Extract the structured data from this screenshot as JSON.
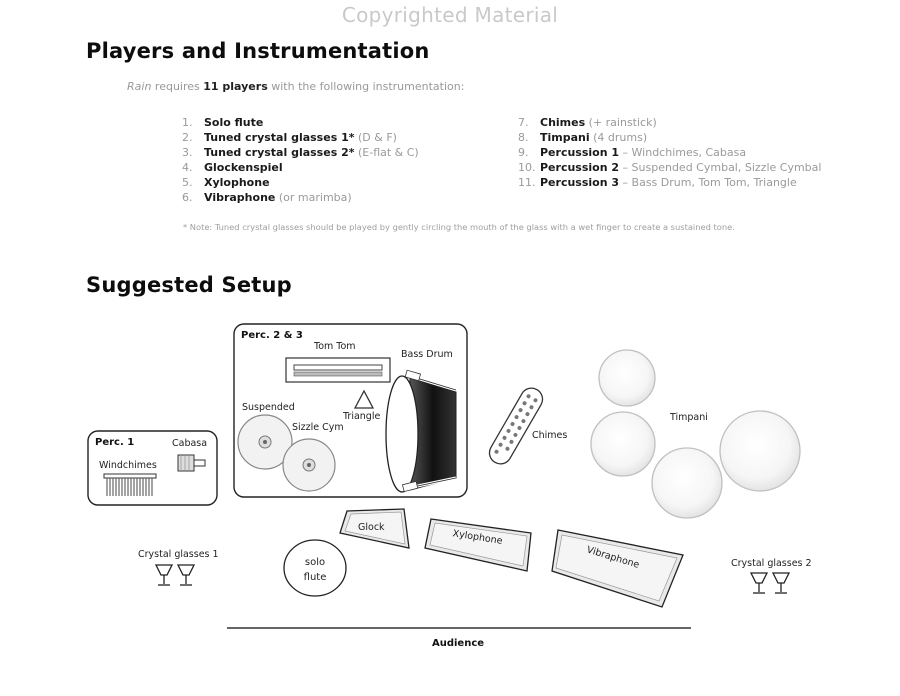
{
  "watermark": "Copyrighted Material",
  "section1": {
    "title": "Players and Instrumentation",
    "intro": {
      "piece": "Rain",
      "pre": " requires ",
      "players": "11 players",
      "post": " with the following instrumentation:"
    },
    "instruments": [
      {
        "num": "1.",
        "name": "Solo flute",
        "note": ""
      },
      {
        "num": "2.",
        "name": "Tuned crystal glasses 1*",
        "note": " (D & F)"
      },
      {
        "num": "3.",
        "name": "Tuned crystal glasses 2*",
        "note": " (E-flat & C)"
      },
      {
        "num": "4.",
        "name": "Glockenspiel",
        "note": ""
      },
      {
        "num": "5.",
        "name": "Xylophone",
        "note": ""
      },
      {
        "num": "6.",
        "name": "Vibraphone",
        "note": " (or marimba)"
      },
      {
        "num": "7.",
        "name": "Chimes",
        "note": " (+ rainstick)"
      },
      {
        "num": "8.",
        "name": "Timpani",
        "note": " (4 drums)"
      },
      {
        "num": "9.",
        "name": "Percussion 1",
        "note": " – Windchimes, Cabasa"
      },
      {
        "num": "10.",
        "name": "Percussion 2",
        "note": " – Suspended Cymbal, Sizzle Cymbal"
      },
      {
        "num": "11.",
        "name": "Percussion 3",
        "note": " – Bass Drum, Tom Tom, Triangle"
      }
    ],
    "footnote": "* Note: Tuned crystal glasses should be played by gently circling the mouth of the glass with a wet finger to create a sustained tone."
  },
  "section2": {
    "title": "Suggested Setup",
    "perc23": "Perc. 2 & 3",
    "perc1": "Perc. 1",
    "tom_tom": "Tom Tom",
    "bass_drum": "Bass Drum",
    "triangle": "Triangle",
    "suspended": "Suspended",
    "sizzle": "Sizzle Cym",
    "windchimes": "Windchimes",
    "cabasa": "Cabasa",
    "chimes": "Chimes",
    "timpani": "Timpani",
    "glock": "Glock",
    "xylophone": "Xylophone",
    "vibraphone": "Vibraphone",
    "solo_line1": "solo",
    "solo_line2": "flute",
    "crystal1": "Crystal glasses 1",
    "crystal2": "Crystal glasses 2",
    "audience": "Audience"
  },
  "colors": {
    "text": "#111111",
    "muted": "#999999",
    "watermark": "#c9c9c9",
    "drum_fill": "#f4f4f4",
    "drum_stroke": "#bdbdbd"
  }
}
